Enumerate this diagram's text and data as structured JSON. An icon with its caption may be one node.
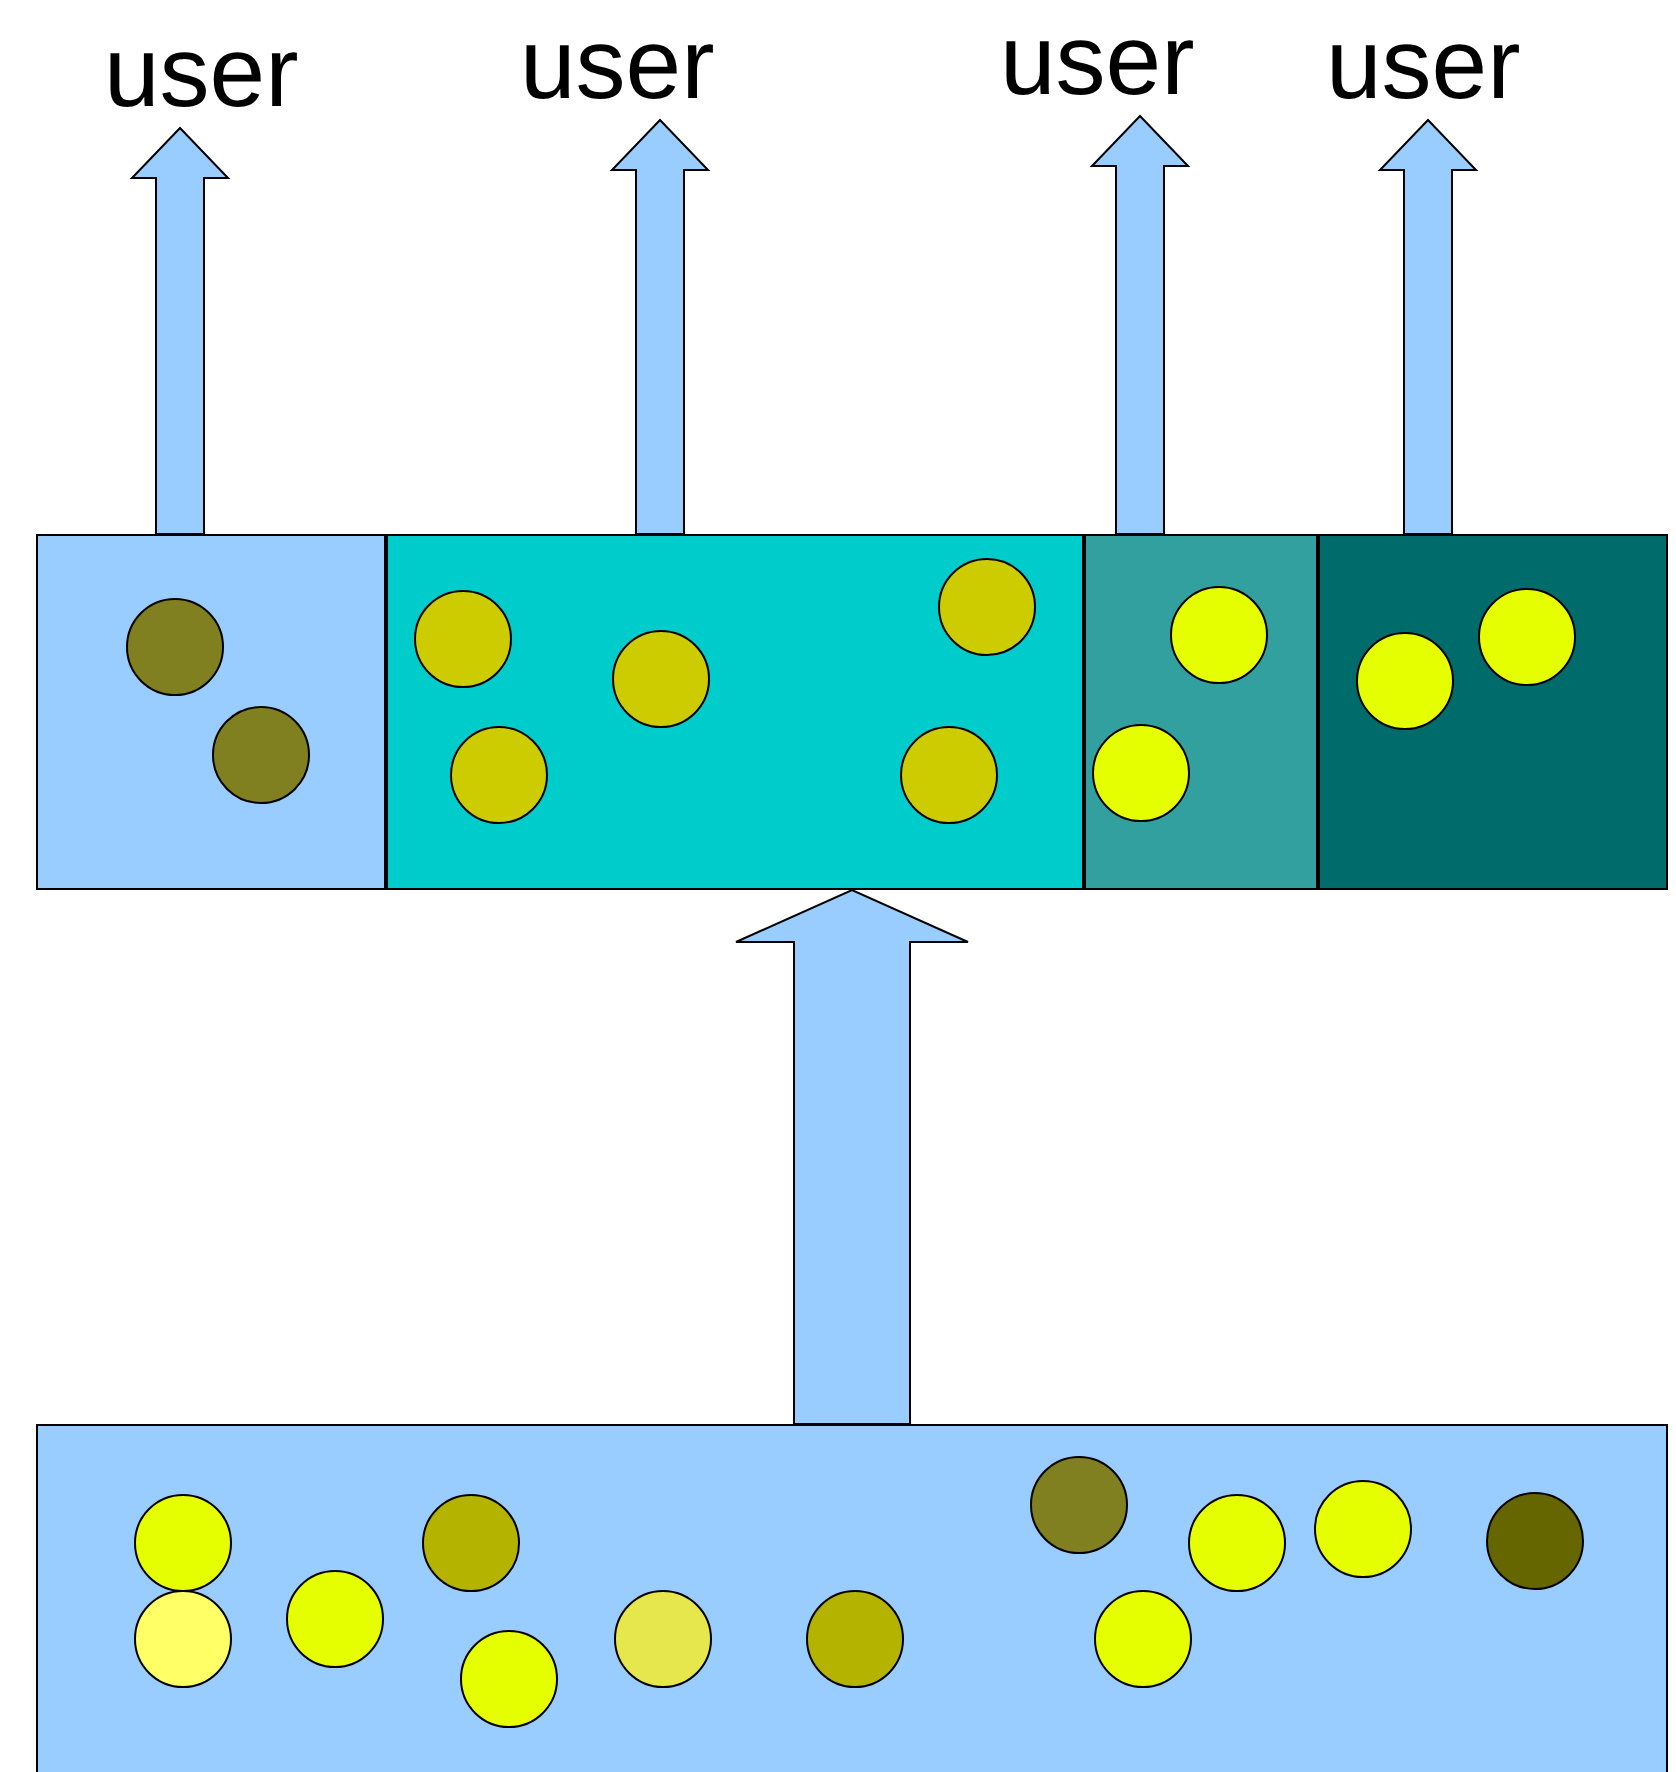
{
  "diagram": {
    "nodes": [
      {
        "text": [
          "user"
        ]
      },
      {
        "text": [
          "user"
        ]
      },
      {
        "text": [
          "user"
        ]
      },
      {
        "text": [
          "user"
        ]
      },
      {
        "text": [],
        "shape": "box"
      },
      {
        "text": [],
        "shape": "circle",
        "in": 4
      },
      {
        "text": [],
        "shape": "circle",
        "in": 4
      },
      {
        "text": [],
        "shape": "box"
      },
      {
        "text": [],
        "shape": "circle",
        "in": 7
      },
      {
        "text": [],
        "shape": "circle",
        "in": 7
      },
      {
        "text": [],
        "shape": "circle",
        "in": 7
      },
      {
        "text": [],
        "shape": "circle",
        "in": 7
      },
      {
        "text": [],
        "shape": "circle",
        "in": 7
      },
      {
        "text": [],
        "shape": "box"
      },
      {
        "text": [],
        "shape": "circle",
        "in": 13
      },
      {
        "text": [],
        "shape": "circle",
        "in": 13
      },
      {
        "text": [],
        "shape": "box"
      },
      {
        "text": [],
        "shape": "circle",
        "in": 16
      },
      {
        "text": [],
        "shape": "circle",
        "in": 16
      },
      {
        "text": [],
        "shape": "box"
      },
      {
        "text": [],
        "shape": "circle",
        "in": 19
      },
      {
        "text": [],
        "shape": "circle",
        "in": 19
      },
      {
        "text": [],
        "shape": "circle",
        "in": 19
      },
      {
        "text": [],
        "shape": "circle",
        "in": 19
      },
      {
        "text": [],
        "shape": "circle",
        "in": 19
      },
      {
        "text": [],
        "shape": "circle",
        "in": 19
      },
      {
        "text": [],
        "shape": "circle",
        "in": 19
      },
      {
        "text": [],
        "shape": "circle",
        "in": 19
      },
      {
        "text": [],
        "shape": "circle",
        "in": 19
      },
      {
        "text": [],
        "shape": "circle",
        "in": 19
      },
      {
        "text": [],
        "shape": "circle",
        "in": 19
      },
      {
        "text": [],
        "shape": "circle",
        "in": 19
      }
    ],
    "edges": [
      {
        "from": 19,
        "to": 7,
        "arrow": "to"
      },
      {
        "from": 4,
        "to": 0,
        "arrow": "to"
      },
      {
        "from": 7,
        "to": 1,
        "arrow": "to"
      },
      {
        "from": 13,
        "to": 2,
        "arrow": "to"
      },
      {
        "from": 16,
        "to": 3,
        "arrow": "to"
      }
    ]
  }
}
